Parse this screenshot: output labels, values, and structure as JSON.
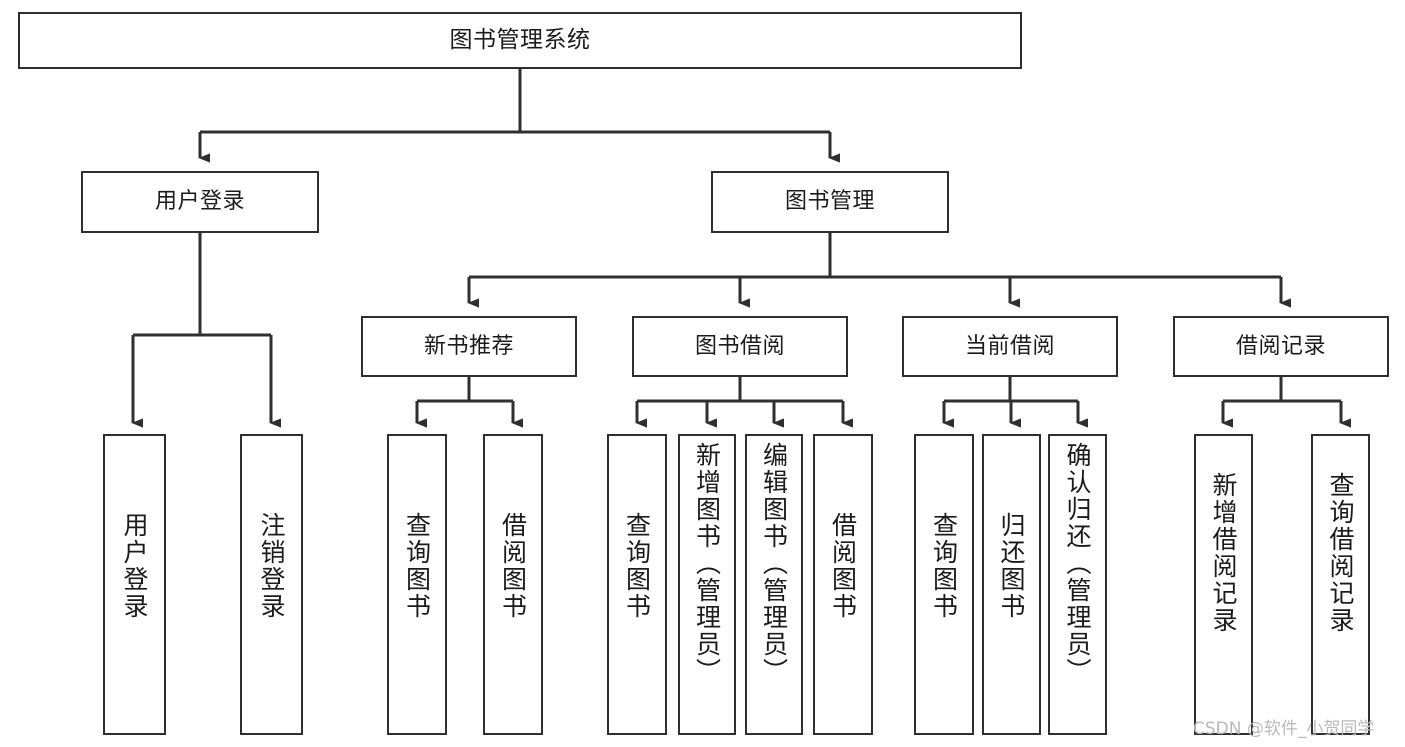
{
  "diagram": {
    "title": "图书管理系统",
    "type": "function-structure-tree",
    "levels": [
      {
        "level": 1,
        "nodes": [
          {
            "id": "root",
            "label": "图书管理系统"
          }
        ]
      },
      {
        "level": 2,
        "nodes": [
          {
            "id": "user-login",
            "label": "用户登录"
          },
          {
            "id": "book-manage",
            "label": "图书管理"
          }
        ]
      },
      {
        "level": 3,
        "nodes": [
          {
            "id": "new-book-recommend",
            "label": "新书推荐"
          },
          {
            "id": "book-borrow",
            "label": "图书借阅"
          },
          {
            "id": "current-borrow",
            "label": "当前借阅"
          },
          {
            "id": "borrow-record",
            "label": "借阅记录"
          }
        ]
      },
      {
        "level": 4,
        "nodes": [
          {
            "id": "leaf-user-login",
            "label": "用户登录",
            "parent": "user-login"
          },
          {
            "id": "leaf-logout-login",
            "label": "注销登录",
            "parent": "user-login"
          },
          {
            "id": "leaf-query-book-1",
            "label": "查询图书",
            "parent": "new-book-recommend"
          },
          {
            "id": "leaf-borrow-book-1",
            "label": "借阅图书",
            "parent": "new-book-recommend"
          },
          {
            "id": "leaf-query-book-2",
            "label": "查询图书",
            "parent": "book-borrow"
          },
          {
            "id": "leaf-add-book",
            "label": "新增图书（管理员）",
            "parent": "book-borrow"
          },
          {
            "id": "leaf-edit-book",
            "label": "编辑图书（管理员）",
            "parent": "book-borrow"
          },
          {
            "id": "leaf-borrow-book-2",
            "label": "借阅图书",
            "parent": "book-borrow"
          },
          {
            "id": "leaf-query-book-3",
            "label": "查询图书",
            "parent": "current-borrow"
          },
          {
            "id": "leaf-return-book",
            "label": "归还图书",
            "parent": "current-borrow"
          },
          {
            "id": "leaf-confirm-return",
            "label": "确认归还（管理员）",
            "parent": "current-borrow"
          },
          {
            "id": "leaf-add-record",
            "label": "新增借阅记录",
            "parent": "borrow-record"
          },
          {
            "id": "leaf-query-record",
            "label": "查询借阅记录",
            "parent": "borrow-record"
          }
        ]
      }
    ],
    "watermark": "CSDN @软件_小贺同学",
    "colors": {
      "stroke": "#2f2f2f",
      "fill": "#ffffff",
      "text": "#1b1b1b",
      "watermark": "#b9b9b9"
    }
  }
}
